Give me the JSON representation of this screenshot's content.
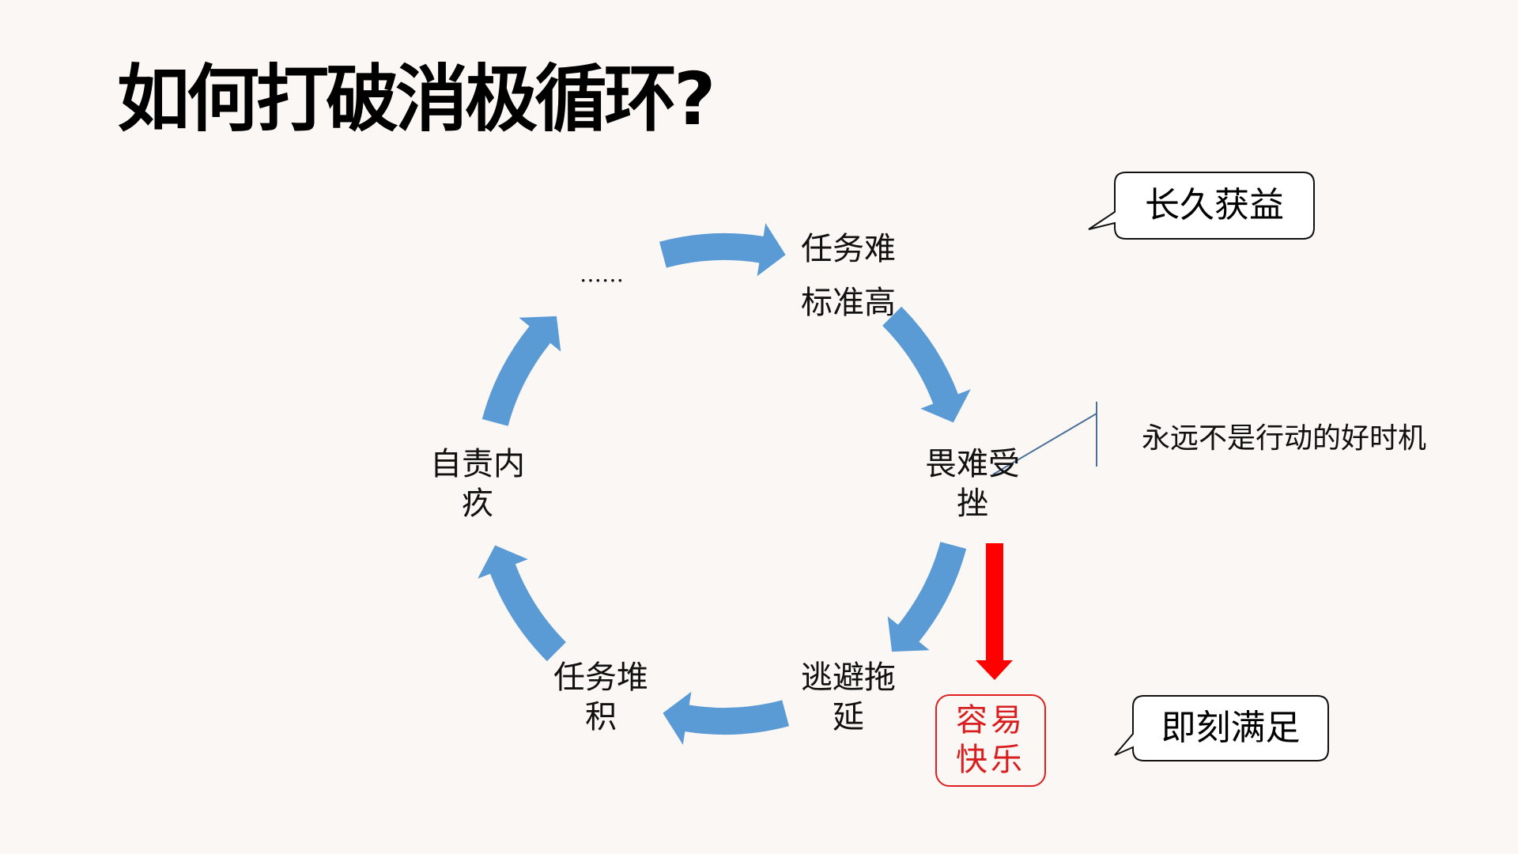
{
  "title": "如何打破消极循环?",
  "cycle": {
    "nodes": [
      {
        "id": "ellipsis",
        "lines": [
          "……"
        ]
      },
      {
        "id": "task-hard",
        "lines": [
          "任务难",
          "标准高"
        ]
      },
      {
        "id": "fear-difficulty",
        "lines": [
          "畏难受",
          "挫"
        ]
      },
      {
        "id": "avoid-procrastinate",
        "lines": [
          "逃避拖",
          "延"
        ]
      },
      {
        "id": "task-pileup",
        "lines": [
          "任务堆",
          "积"
        ]
      },
      {
        "id": "self-blame",
        "lines": [
          "自责内",
          "疚"
        ]
      }
    ],
    "arrow_count": 6,
    "arrow_direction": "clockwise"
  },
  "callouts": {
    "long_term": "长久获益",
    "instant": "即刻满足",
    "never_good_time": "永远不是行动的好时机"
  },
  "easy_pleasure": {
    "lines": [
      "容易",
      "快乐"
    ]
  },
  "colors": {
    "background": "#fbf7f4",
    "cycle_arrow": "#5b9bd5",
    "red_arrow": "#ff0000",
    "red_text": "#d81e1e",
    "line_callout": "#4a6f9a"
  }
}
